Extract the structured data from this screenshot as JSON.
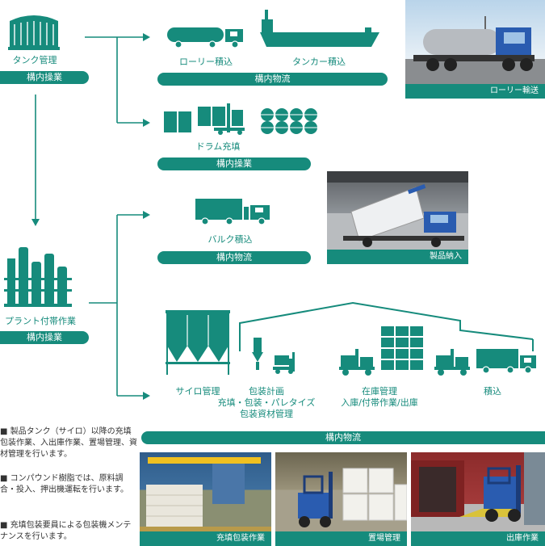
{
  "tank": {
    "label": "タンク管理",
    "pill": "構内操業"
  },
  "plant": {
    "label": "プラント付帯作業",
    "pill": "構内操業"
  },
  "loading": {
    "lorry_label": "ローリー積込",
    "tanker_label": "タンカー積込",
    "pill": "構内物流"
  },
  "lorry_photo": {
    "caption": "ローリー輸送"
  },
  "drum": {
    "label": "ドラム充填",
    "pill": "構内操業"
  },
  "bulk": {
    "label": "バルク積込",
    "pill": "構内物流"
  },
  "product_photo": {
    "caption": "製品納入"
  },
  "process": {
    "silo": "サイロ管理",
    "packing_line1": "包装計画",
    "packing_line2": "充填・包装・パレタイズ",
    "packing_line3": "包装資材管理",
    "stock_line1": "在庫管理",
    "stock_line2": "入庫/付帯作業/出庫",
    "shipping": "積込",
    "pill": "構内物流"
  },
  "notes": [
    "■ 製品タンク（サイロ）以降の充填包装作業、入出庫作業、置場管理、資材管理を行います。",
    "■ コンパウンド樹脂では、原料調合・投入、押出機運転を行います。",
    "■ 充填包装要員による包装機メンテナンスを行います。"
  ],
  "bottom_photos": [
    {
      "caption": "充填包装作業"
    },
    {
      "caption": "置場管理"
    },
    {
      "caption": "出庫作業"
    }
  ],
  "colors": {
    "accent": "#168b7c",
    "text": "#333333"
  }
}
